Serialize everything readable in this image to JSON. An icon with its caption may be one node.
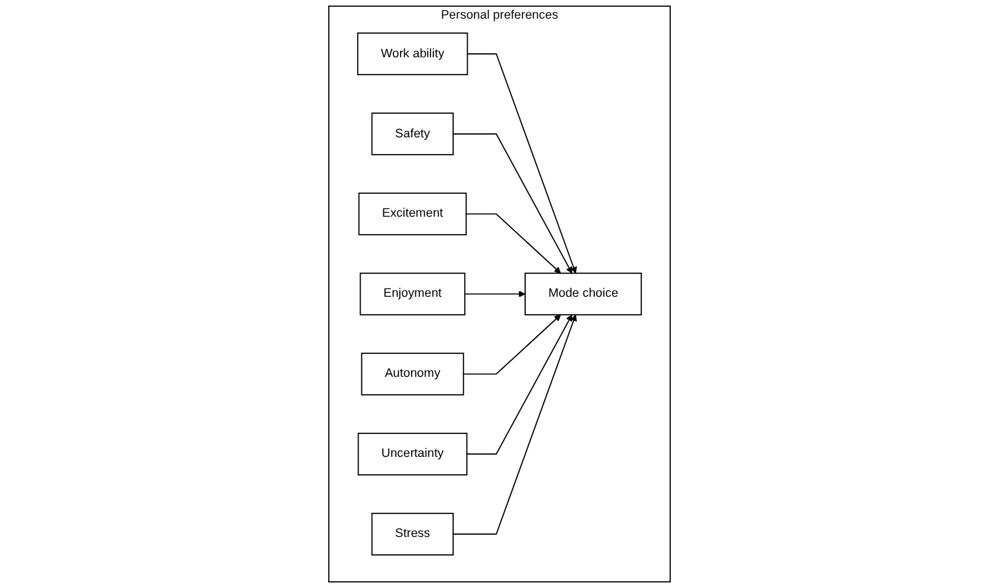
{
  "diagram": {
    "nodes": [
      {
        "text": [
          "Personal preferences"
        ]
      },
      {
        "text": [
          "Work ability"
        ],
        "in": 0
      },
      {
        "text": [
          "Safety"
        ],
        "in": 0
      },
      {
        "text": [
          "Excitement"
        ],
        "in": 0
      },
      {
        "text": [
          "Enjoyment"
        ],
        "in": 0
      },
      {
        "text": [
          "Mode choice"
        ],
        "in": 0
      },
      {
        "text": [
          "Autonomy"
        ],
        "in": 0
      },
      {
        "text": [
          "Uncertainty"
        ],
        "in": 0
      },
      {
        "text": [
          "Stress"
        ],
        "in": 0
      }
    ],
    "edges": [
      {
        "from": 1,
        "to": 5,
        "arrow": "to"
      },
      {
        "from": 2,
        "to": 5,
        "arrow": "to"
      },
      {
        "from": 3,
        "to": 5,
        "arrow": "to"
      },
      {
        "from": 4,
        "to": 5,
        "arrow": "to"
      },
      {
        "from": 6,
        "to": 5,
        "arrow": "to"
      },
      {
        "from": 7,
        "to": 5,
        "arrow": "to"
      },
      {
        "from": 8,
        "to": 5,
        "arrow": "to"
      }
    ]
  }
}
